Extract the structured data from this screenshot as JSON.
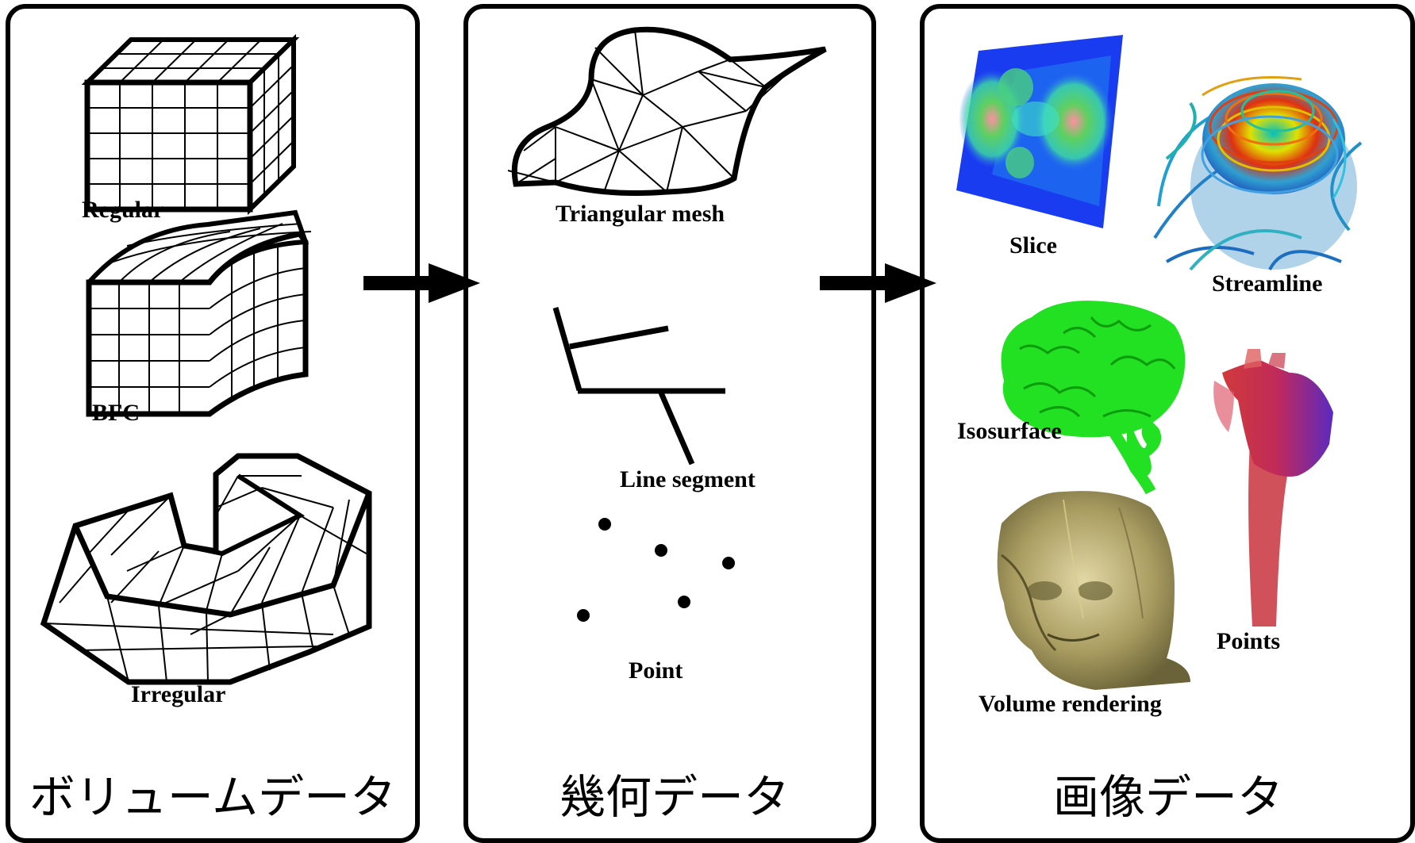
{
  "panels": [
    {
      "caption": "ボリュームデータ",
      "items": [
        "Regular",
        "BFC",
        "Irregular"
      ]
    },
    {
      "caption": "幾何データ",
      "items": [
        "Triangular mesh",
        "Line segment",
        "Point"
      ]
    },
    {
      "caption": "画像データ",
      "items": [
        "Slice",
        "Streamline",
        "Isosurface",
        "Points",
        "Volume rendering"
      ]
    }
  ],
  "colors": {
    "border": "#000000",
    "slice_blue": "#1a3cf0",
    "slice_green": "#3fd46a",
    "isosurface_green": "#22e022",
    "points_red": "#c8323c",
    "points_purple": "#6a3ab8",
    "skull_tan": "#b8ac72"
  }
}
